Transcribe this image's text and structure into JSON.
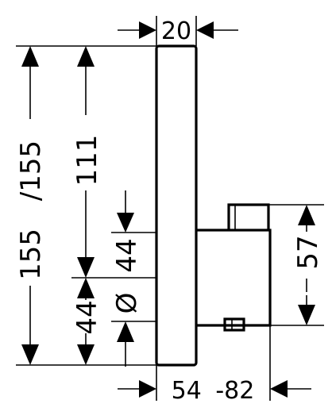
{
  "dimensions": {
    "top_width": "20",
    "total_height": "155",
    "total_height_alt": "/155",
    "upper_height": "111",
    "mid_spacing": "44",
    "diameter_symbol": "Ø",
    "lower_spacing": "44",
    "body_height": "57",
    "depth_min": "54",
    "depth_max": "-82"
  }
}
